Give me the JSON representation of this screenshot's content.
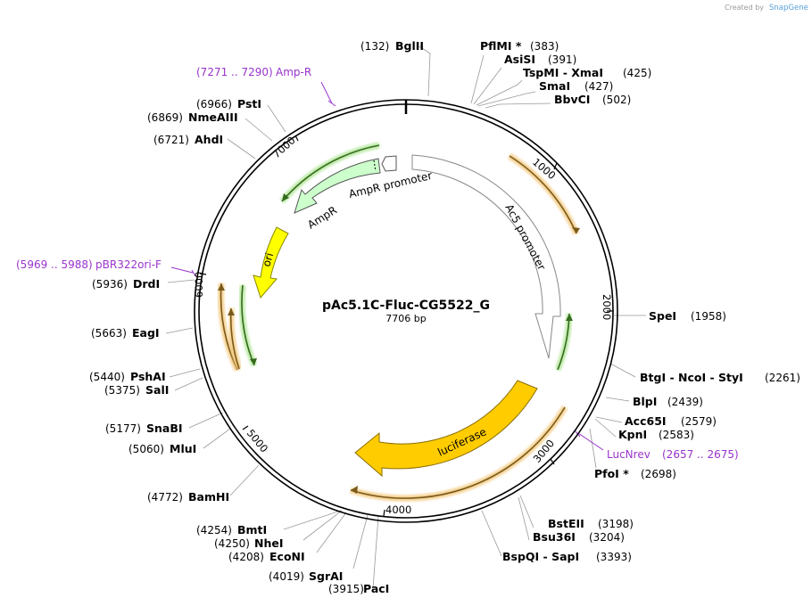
{
  "brand": {
    "created_by": "Created by",
    "name": "SnapGene"
  },
  "plasmid": {
    "name": "pAc5.1C-Fluc-CG5522_G",
    "size_label": "7706 bp"
  },
  "ticks": [
    "1000",
    "2000",
    "3000",
    "4000",
    "5000",
    "6000",
    "7000"
  ],
  "restriction_sites": [
    {
      "id": "bglii",
      "pos": "(132)",
      "name": "BglII"
    },
    {
      "id": "pflmi",
      "pos": "(383)",
      "name": "PflMI *"
    },
    {
      "id": "asisi",
      "pos": "(391)",
      "name": "AsiSI"
    },
    {
      "id": "tspmi-xmai",
      "pos": "(425)",
      "name": "TspMI - XmaI"
    },
    {
      "id": "smai",
      "pos": "(427)",
      "name": "SmaI"
    },
    {
      "id": "bbvci",
      "pos": "(502)",
      "name": "BbvCI"
    },
    {
      "id": "spei",
      "pos": "(1958)",
      "name": "SpeI"
    },
    {
      "id": "btgi-ncoi-styi",
      "pos": "(2261)",
      "name": "BtgI - NcoI - StyI"
    },
    {
      "id": "blpi",
      "pos": "(2439)",
      "name": "BlpI"
    },
    {
      "id": "acc65i",
      "pos": "(2579)",
      "name": "Acc65I"
    },
    {
      "id": "kpni",
      "pos": "(2583)",
      "name": "KpnI"
    },
    {
      "id": "pfoi",
      "pos": "(2698)",
      "name": "PfoI *"
    },
    {
      "id": "bsteii",
      "pos": "(3198)",
      "name": "BstEII"
    },
    {
      "id": "bsu36i",
      "pos": "(3204)",
      "name": "Bsu36I"
    },
    {
      "id": "bspqi-sapi",
      "pos": "(3393)",
      "name": "BspQI - SapI"
    },
    {
      "id": "paci",
      "pos": "(3915)",
      "name": "PacI"
    },
    {
      "id": "sgrai",
      "pos": "(4019)",
      "name": "SgrAI"
    },
    {
      "id": "econi",
      "pos": "(4208)",
      "name": "EcoNI"
    },
    {
      "id": "nhei",
      "pos": "(4250)",
      "name": "NheI"
    },
    {
      "id": "bmti",
      "pos": "(4254)",
      "name": "BmtI"
    },
    {
      "id": "bamhi",
      "pos": "(4772)",
      "name": "BamHI"
    },
    {
      "id": "mlui",
      "pos": "(5060)",
      "name": "MluI"
    },
    {
      "id": "snabi",
      "pos": "(5177)",
      "name": "SnaBI"
    },
    {
      "id": "sali",
      "pos": "(5375)",
      "name": "SalI"
    },
    {
      "id": "pshai",
      "pos": "(5440)",
      "name": "PshAI"
    },
    {
      "id": "eagi",
      "pos": "(5663)",
      "name": "EagI"
    },
    {
      "id": "drdi",
      "pos": "(5936)",
      "name": "DrdI"
    },
    {
      "id": "ahdi",
      "pos": "(6721)",
      "name": "AhdI"
    },
    {
      "id": "nmeaiii",
      "pos": "(6869)",
      "name": "NmeAIII"
    },
    {
      "id": "psti",
      "pos": "(6966)",
      "name": "PstI"
    }
  ],
  "primers": [
    {
      "id": "amp-r",
      "range": "(7271 .. 7290)",
      "name": "Amp-R"
    },
    {
      "id": "pbr322ori-f",
      "range": "(5969 .. 5988)",
      "name": "pBR322ori-F"
    },
    {
      "id": "lucnrev",
      "range": "(2657 .. 2675)",
      "name": "LucNrev"
    }
  ],
  "features": [
    {
      "id": "ac5-promoter",
      "name": "Ac5 promoter",
      "color": "#ffffff"
    },
    {
      "id": "luciferase",
      "name": "luciferase",
      "color": "#ffcc00"
    },
    {
      "id": "ampr",
      "name": "AmpR",
      "color": "#ccffcc"
    },
    {
      "id": "ampr-promoter",
      "name": "AmpR promoter",
      "color": "#ffffff"
    },
    {
      "id": "ori",
      "name": "ori",
      "color": "#ffff00"
    }
  ],
  "colors": {
    "orf_orange": "#e6ac4d",
    "orf_green": "#86c95a",
    "primer": "#9933cc",
    "backbone": "#000000"
  }
}
